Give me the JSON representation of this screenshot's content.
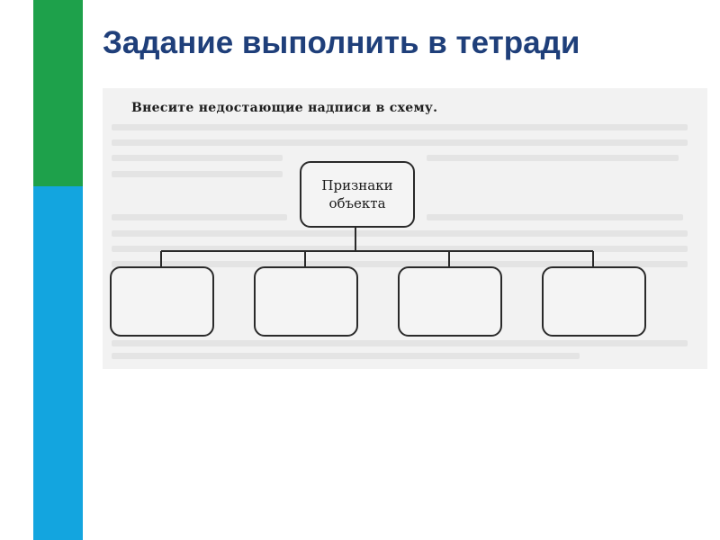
{
  "slide": {
    "title": "Задание выполнить в тетради",
    "colors": {
      "stripe_top": "#1ea14b",
      "stripe_bottom": "#13a5df",
      "title": "#1f3f7a"
    }
  },
  "diagram": {
    "instruction": "Внесите недостающие надписи в схему.",
    "root_label": "Признаки\nобъекта",
    "child_labels": [
      "",
      "",
      "",
      ""
    ]
  }
}
